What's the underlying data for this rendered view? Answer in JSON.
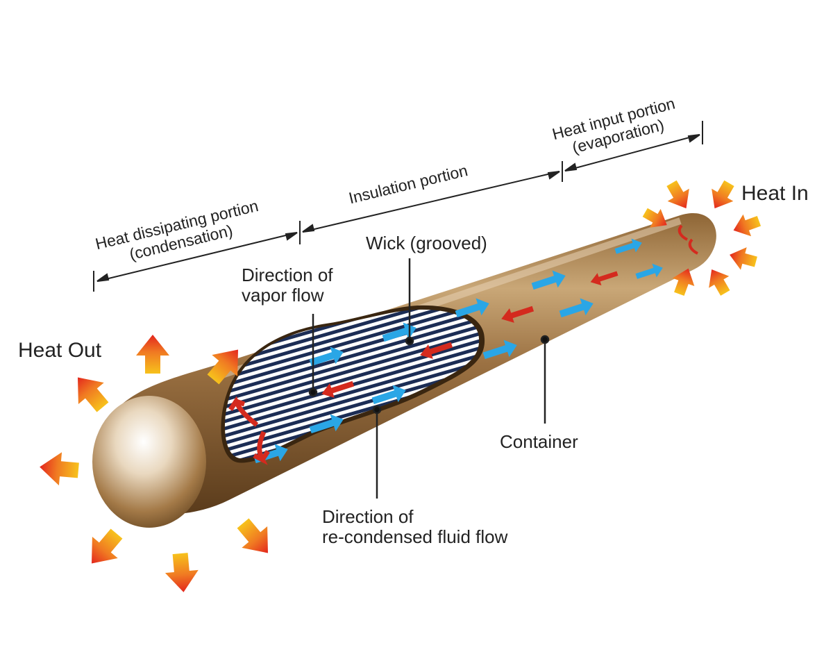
{
  "labels": {
    "heat_out": "Heat Out",
    "heat_in": "Heat In",
    "heat_dissipating_line1": "Heat dissipating portion",
    "heat_dissipating_line2": "(condensation)",
    "insulation": "Insulation portion",
    "heat_input_line1": "Heat input portion",
    "heat_input_line2": "(evaporation)",
    "wick": "Wick (grooved)",
    "vapor_flow_line1": "Direction of",
    "vapor_flow_line2": "vapor flow",
    "container": "Container",
    "recondensed_line1": "Direction of",
    "recondensed_line2": "re-condensed fluid flow"
  },
  "colors": {
    "pipe_dark": "#6b4a24",
    "pipe_mid": "#a47a48",
    "pipe_light": "#f1e6d6",
    "vapor_arrow": "#2aa6e6",
    "fluid_arrow": "#d42a1e",
    "heat_arrow_red": "#e8392a",
    "heat_arrow_yellow": "#f7c21c",
    "wick_stripe": "#1c2d55",
    "wick_bg": "#ffffff"
  }
}
